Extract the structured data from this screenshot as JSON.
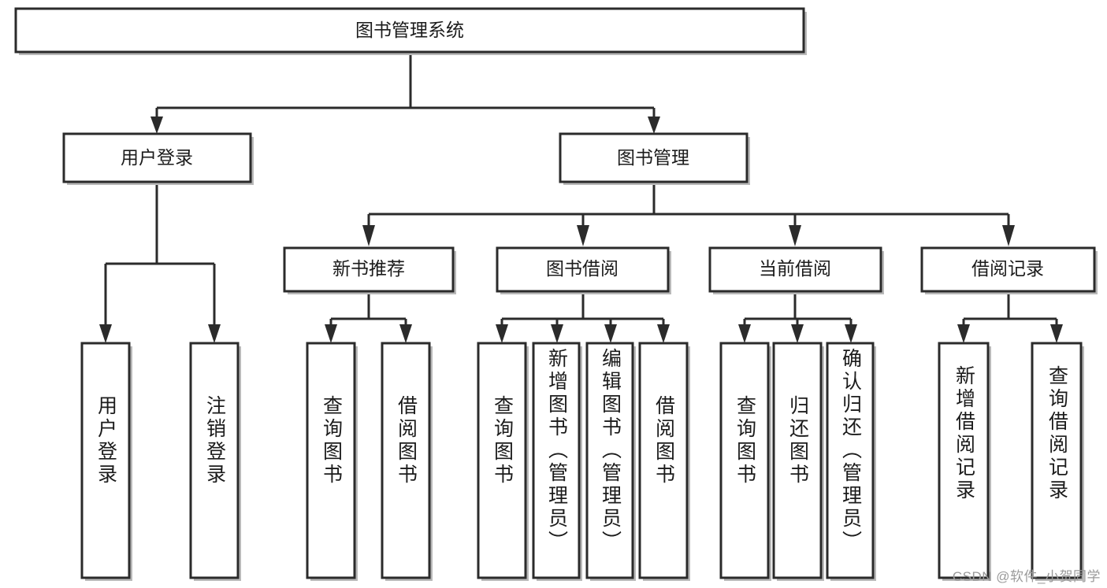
{
  "diagram": {
    "type": "tree-hierarchy",
    "title": "图书管理系统",
    "watermark": "CSDN @软件_小贺同学",
    "colors": {
      "stroke": "#2b2b2b",
      "fill": "#ffffff",
      "text": "#1b1b1b",
      "shadow": "#b9b9b9",
      "watermark": "#9a9a9a"
    },
    "root": {
      "label": "图书管理系统"
    },
    "level2": [
      {
        "label": "用户登录"
      },
      {
        "label": "图书管理"
      }
    ],
    "level3": [
      {
        "label": "新书推荐"
      },
      {
        "label": "图书借阅"
      },
      {
        "label": "当前借阅"
      },
      {
        "label": "借阅记录"
      }
    ],
    "leaves": {
      "user_login": [
        {
          "label": "用户登录"
        },
        {
          "label": "注销登录"
        }
      ],
      "new_book_recommend": [
        {
          "label": "查询图书"
        },
        {
          "label": "借阅图书"
        }
      ],
      "book_borrow": [
        {
          "label": "查询图书"
        },
        {
          "label": "新增图书（管理员）"
        },
        {
          "label": "编辑图书（管理员）"
        },
        {
          "label": "借阅图书"
        }
      ],
      "current_borrow": [
        {
          "label": "查询图书"
        },
        {
          "label": "归还图书"
        },
        {
          "label": "确认归还（管理员）"
        }
      ],
      "borrow_records": [
        {
          "label": "新增借阅记录"
        },
        {
          "label": "查询借阅记录"
        }
      ]
    }
  }
}
